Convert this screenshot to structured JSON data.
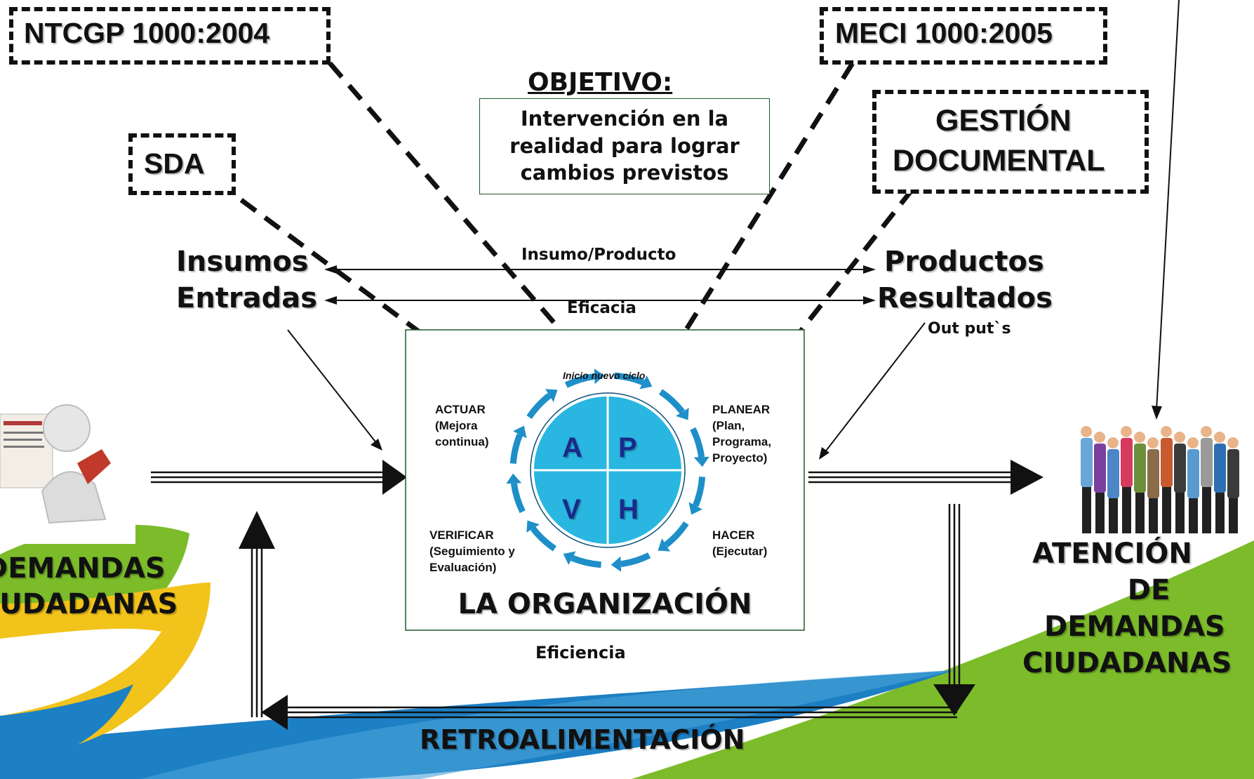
{
  "boxes": {
    "ntcgp": "NTCGP 1000:2004",
    "meci": "MECI 1000:2005",
    "sda": "SDA",
    "gestion_line1": "GESTIÓN",
    "gestion_line2": "DOCUMENTAL"
  },
  "objetivo": {
    "title": "OBJETIVO:",
    "line1": "Intervención en la",
    "line2": "realidad para lograr",
    "line3": "cambios previstos"
  },
  "flows": {
    "insumos": "Insumos",
    "entradas": "Entradas",
    "productos": "Productos",
    "resultados": "Resultados",
    "outputs": "Out put`s",
    "insumo_producto": "Insumo/Producto",
    "eficacia": "Eficacia",
    "eficiencia": "Eficiencia",
    "retro": "RETROALIMENTACIÓN"
  },
  "cycle": {
    "inicio": "Inicio nuevo ciclo",
    "actuar": [
      "ACTUAR",
      "(Mejora",
      "continua)"
    ],
    "planear": [
      "PLANEAR",
      "(Plan,",
      "Programa,",
      "Proyecto)"
    ],
    "hacer": [
      "HACER",
      "(Ejecutar)"
    ],
    "verificar": [
      "VERIFICAR",
      "(Seguimiento y",
      "Evaluación)"
    ],
    "quadrants": [
      "A",
      "P",
      "V",
      "H"
    ],
    "organizacion": "LA ORGANIZACIÓN"
  },
  "left": {
    "line1": "DEMANDAS",
    "line2": "CIUDADANAS"
  },
  "right": {
    "line1": "ATENCIÓN",
    "line2": "DE",
    "line3": "DEMANDAS",
    "line4": "CIUDADANAS"
  },
  "colors": {
    "circle_fill": "#29b6e0",
    "arrow_blue": "#1e8fc8",
    "green_bg": "#7cbc2a",
    "blue_bg": "#1d7fc4",
    "yellow_bg": "#f2c31b"
  }
}
